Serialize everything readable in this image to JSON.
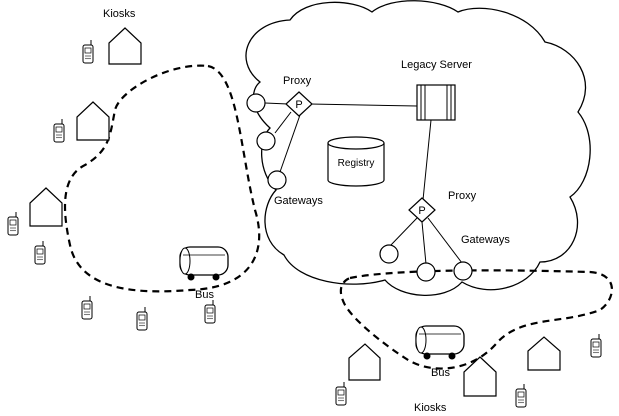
{
  "labels": {
    "kiosks_top": "Kiosks",
    "kiosks_bottom": "Kiosks",
    "proxy_top": "Proxy",
    "proxy_bottom": "Proxy",
    "legacy_server": "Legacy Server",
    "registry": "Registry",
    "gateways_top": "Gateways",
    "gateways_bottom": "Gateways",
    "bus_left": "Bus",
    "bus_right": "Bus",
    "proxy_symbol_top": "P",
    "proxy_symbol_bottom": "P"
  },
  "colors": {
    "stroke": "#000000",
    "fill": "#ffffff"
  }
}
